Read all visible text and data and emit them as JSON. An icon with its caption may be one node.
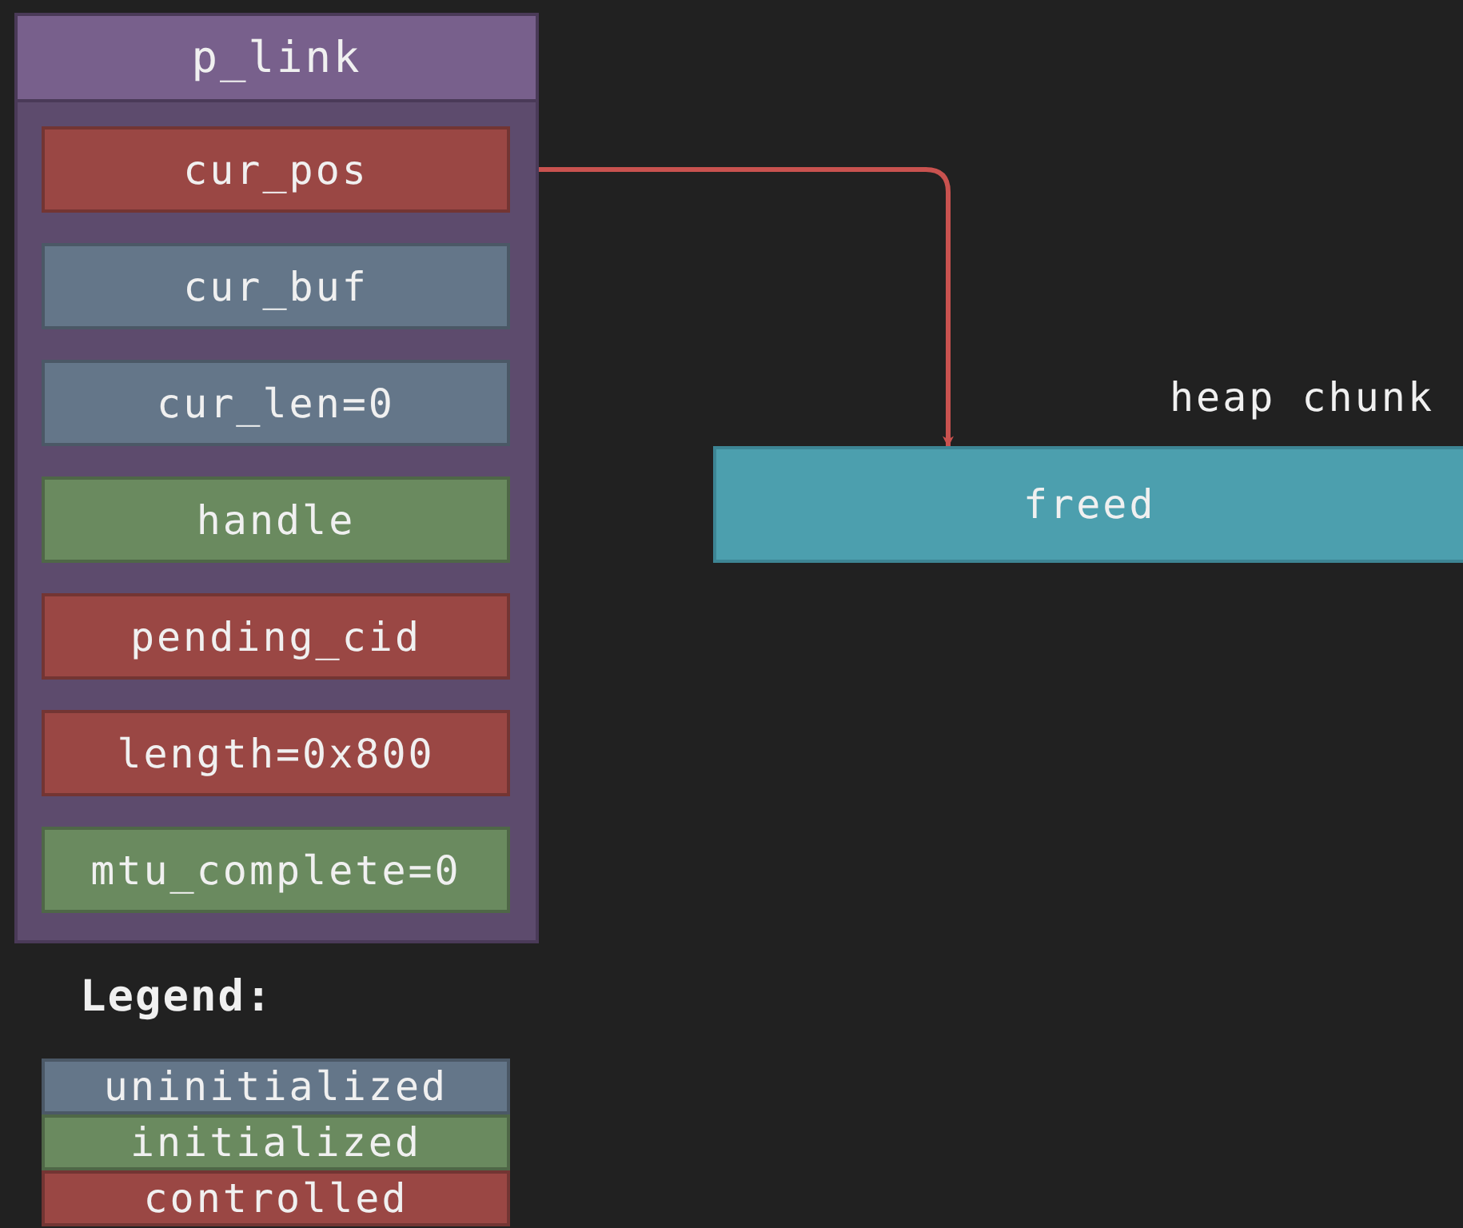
{
  "diagram": {
    "nodes": [
      {
        "text": [
          "p_link"
        ]
      },
      {
        "text": [
          "cur_pos"
        ],
        "in": 0
      },
      {
        "text": [
          "cur_buf"
        ],
        "in": 0
      },
      {
        "text": [
          "cur_len=0"
        ],
        "in": 0
      },
      {
        "text": [
          "handle"
        ],
        "in": 0
      },
      {
        "text": [
          "pending_cid"
        ],
        "in": 0
      },
      {
        "text": [
          "length=0x800"
        ],
        "in": 0
      },
      {
        "text": [
          "mtu_complete=0"
        ],
        "in": 0
      },
      {
        "text": [
          "freed"
        ],
        "beside": [
          "heap chunk"
        ]
      }
    ],
    "edges": [
      {
        "from": 1,
        "to": 8,
        "arrow": "to"
      }
    ],
    "labels": [
      "Legend:"
    ],
    "legend": [
      {
        "text": "uninitialized",
        "color": "#647689"
      },
      {
        "text": "initialized",
        "color": "#6a8a5f"
      },
      {
        "text": "controlled",
        "color": "#9a4744"
      }
    ]
  }
}
